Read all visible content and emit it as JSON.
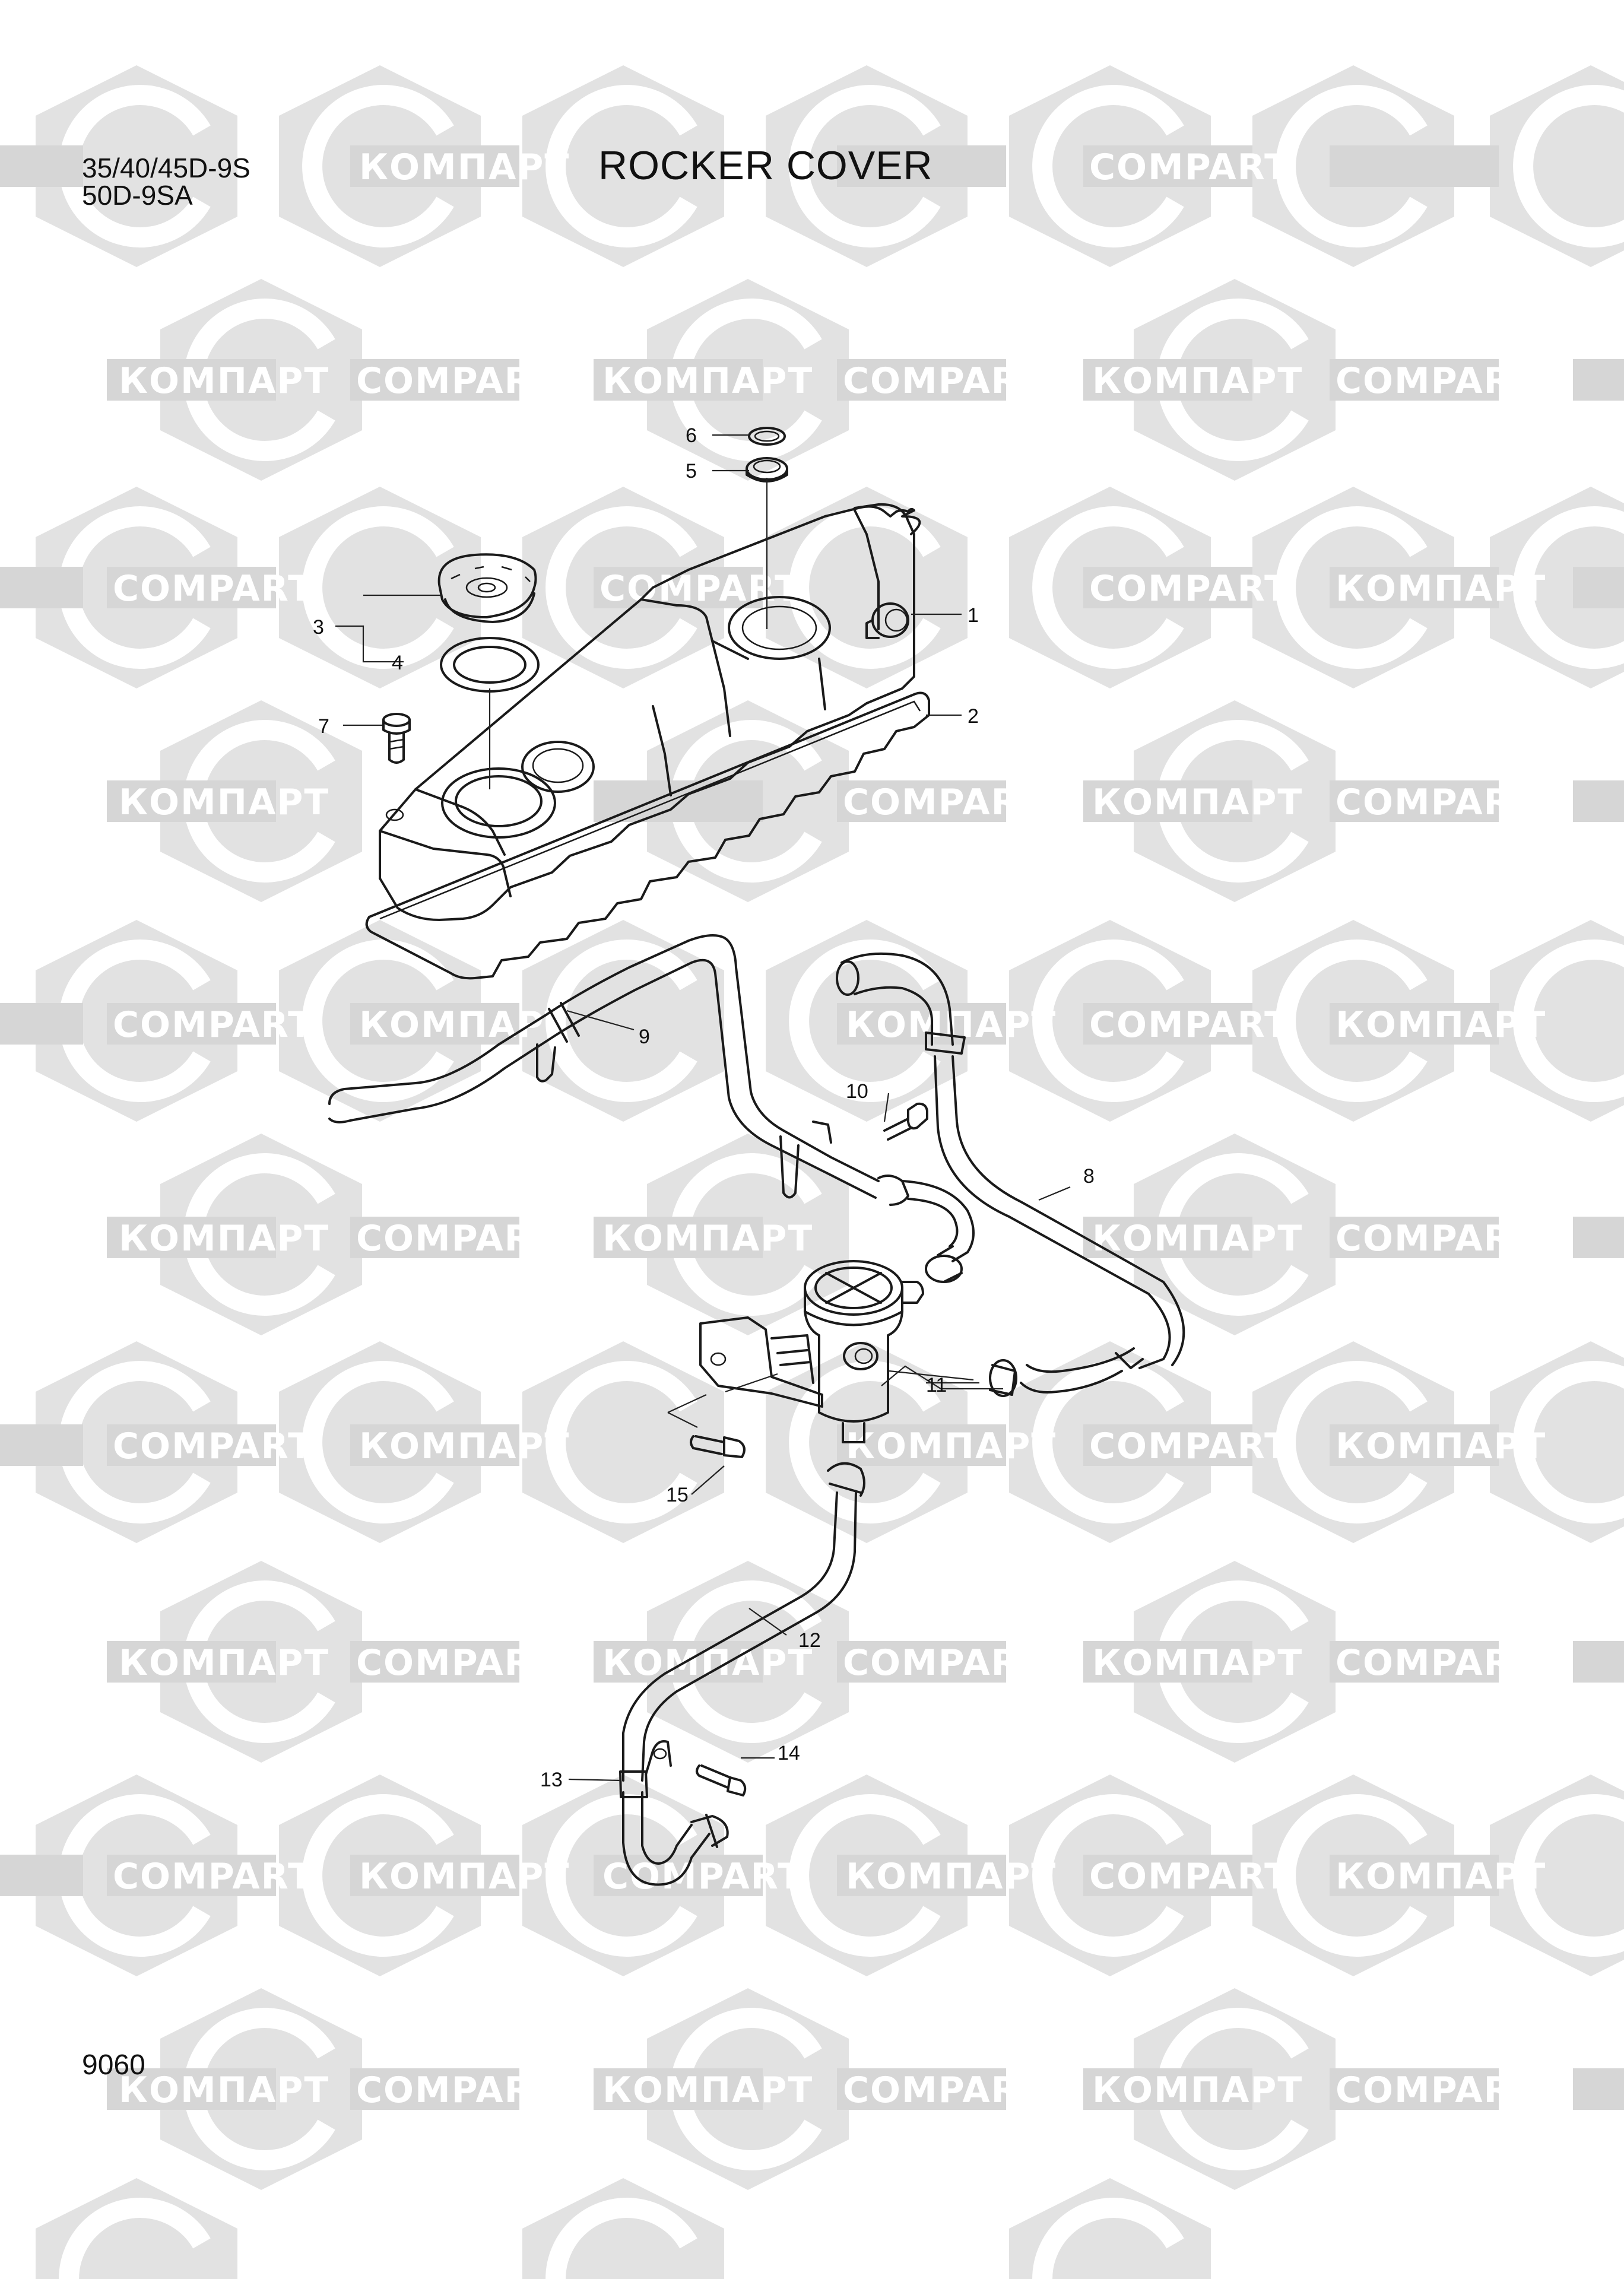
{
  "header": {
    "models_line1": "35/40/45D-9S",
    "models_line2": "50D-9SA",
    "title": "ROCKER COVER",
    "page_number": "9060"
  },
  "watermark": {
    "text_cyrillic": "КОМПАРТ",
    "text_latin": "COMPART",
    "color": "#dcdcdc"
  },
  "callouts": [
    "1",
    "2",
    "3",
    "4",
    "5",
    "6",
    "7",
    "8",
    "9",
    "10",
    "11",
    "12",
    "13",
    "14",
    "15"
  ]
}
